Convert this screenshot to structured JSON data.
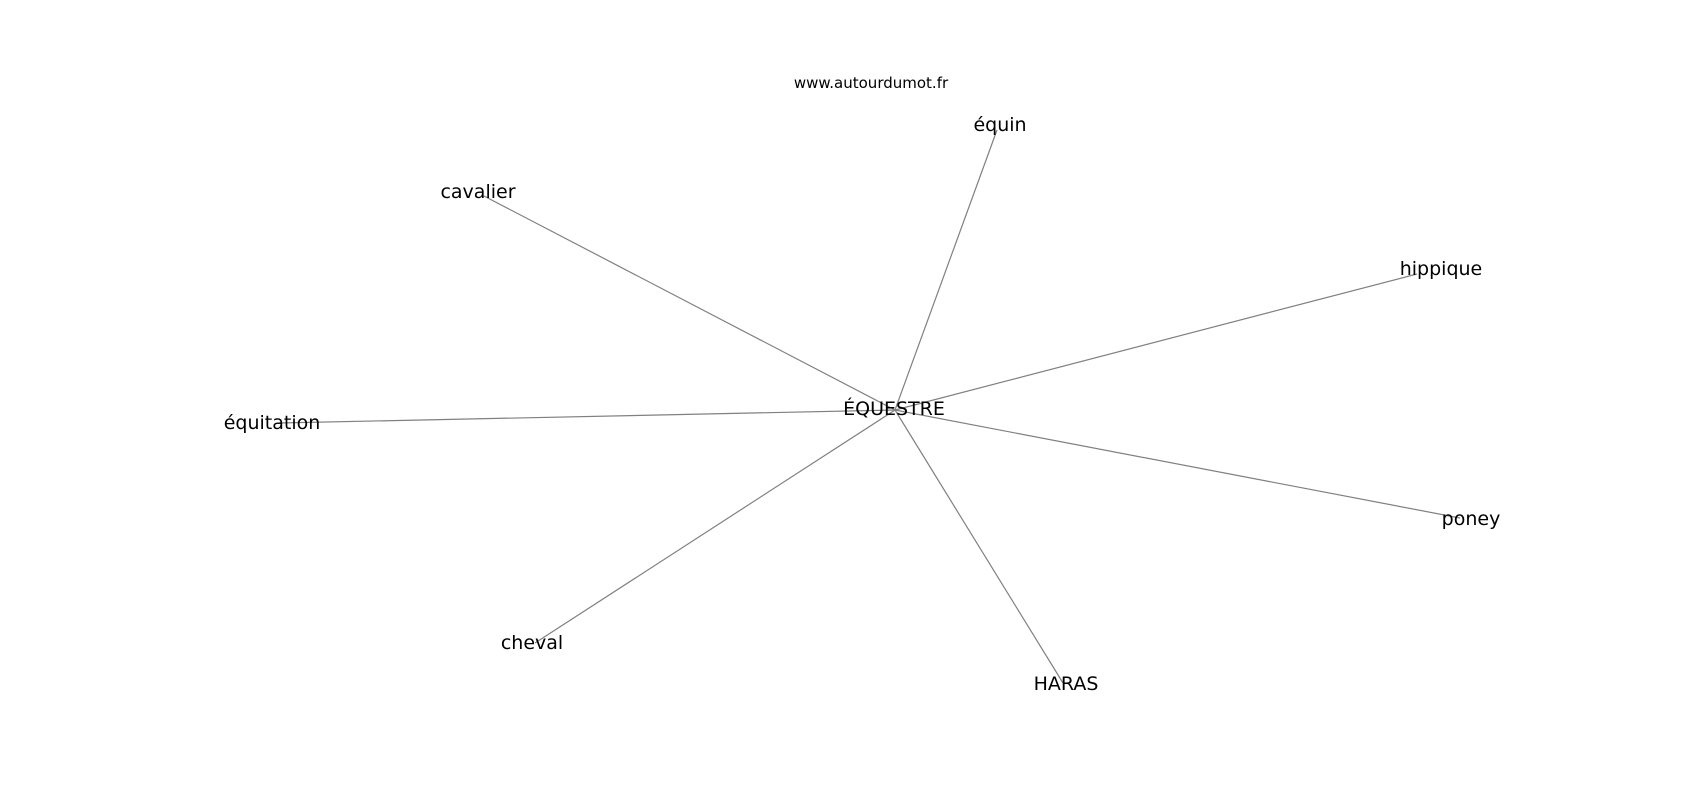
{
  "source": "www.autourdumot.fr",
  "center": {
    "label": "ÉQUESTRE"
  },
  "words": [
    {
      "label": "équin"
    },
    {
      "label": "cavalier"
    },
    {
      "label": "hippique"
    },
    {
      "label": "équitation"
    },
    {
      "label": "poney"
    },
    {
      "label": "cheval"
    },
    {
      "label": "HARAS"
    }
  ],
  "colors": {
    "edge": "#808080",
    "text": "#000000",
    "background": "#ffffff"
  }
}
